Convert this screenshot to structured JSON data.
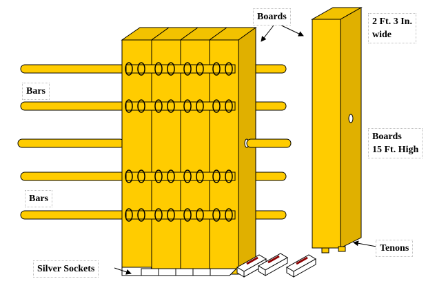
{
  "labels": {
    "boards_top": "Boards",
    "bars_upper": "Bars",
    "bars_lower": "Bars",
    "silver_sockets": "Silver Sockets",
    "width_line1": "2 Ft. 3 In.",
    "width_line2": "wide",
    "height_line1": "Boards",
    "height_line2": "15 Ft. High",
    "tenons": "Tenons"
  },
  "colors": {
    "wood": "#ffcc00",
    "wood_top": "#f2c200",
    "wood_side": "#e0b000",
    "outline": "#000000",
    "socket": "#ffffff",
    "socket_slot": "#8b0000"
  },
  "icons": {
    "rings": "ring-icon",
    "arrows": "arrow-icon"
  }
}
